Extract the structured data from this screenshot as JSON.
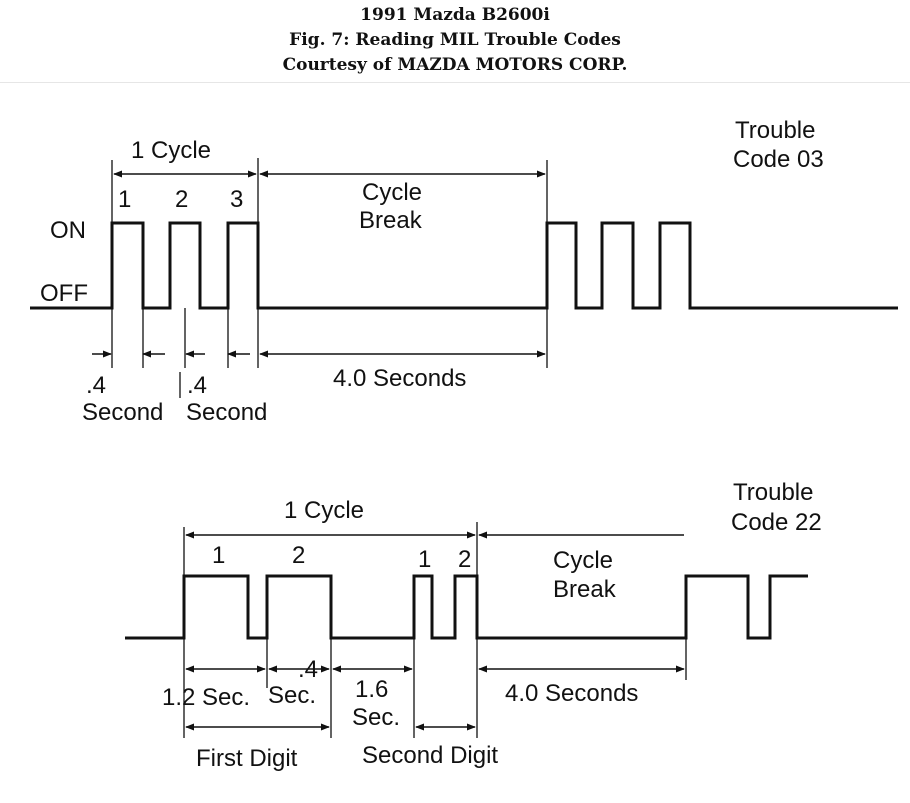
{
  "header": {
    "vehicle": "1991 Mazda B2600i",
    "figure": "Fig. 7: Reading MIL Trouble Codes",
    "courtesy": "Courtesy of MAZDA MOTORS CORP."
  },
  "diagram_top": {
    "code_label_line1": "Trouble",
    "code_label_line2": "Code 03",
    "cycle_label": "1 Cycle",
    "pulse_numbers": [
      "1",
      "2",
      "3"
    ],
    "on_label": "ON",
    "off_label": "OFF",
    "cycle_break_line1": "Cycle",
    "cycle_break_line2": "Break",
    "pulse_time_value": ".4",
    "pulse_time_unit": "Second",
    "gap_time_value": ".4",
    "gap_time_unit": "Second",
    "break_time": "4.0 Seconds"
  },
  "diagram_bottom": {
    "code_label_line1": "Trouble",
    "code_label_line2": "Code 22",
    "cycle_label": "1 Cycle",
    "first_digit_numbers": [
      "1",
      "2"
    ],
    "second_digit_numbers": [
      "1",
      "2"
    ],
    "cycle_break_line1": "Cycle",
    "cycle_break_line2": "Break",
    "long_pulse_time": "1.2 Sec.",
    "short_gap_value": ".4",
    "short_gap_unit": "Sec.",
    "digit_gap_value": "1.6",
    "digit_gap_unit": "Sec.",
    "break_time": "4.0 Seconds",
    "first_digit_label": "First Digit",
    "second_digit_label": "Second Digit"
  }
}
